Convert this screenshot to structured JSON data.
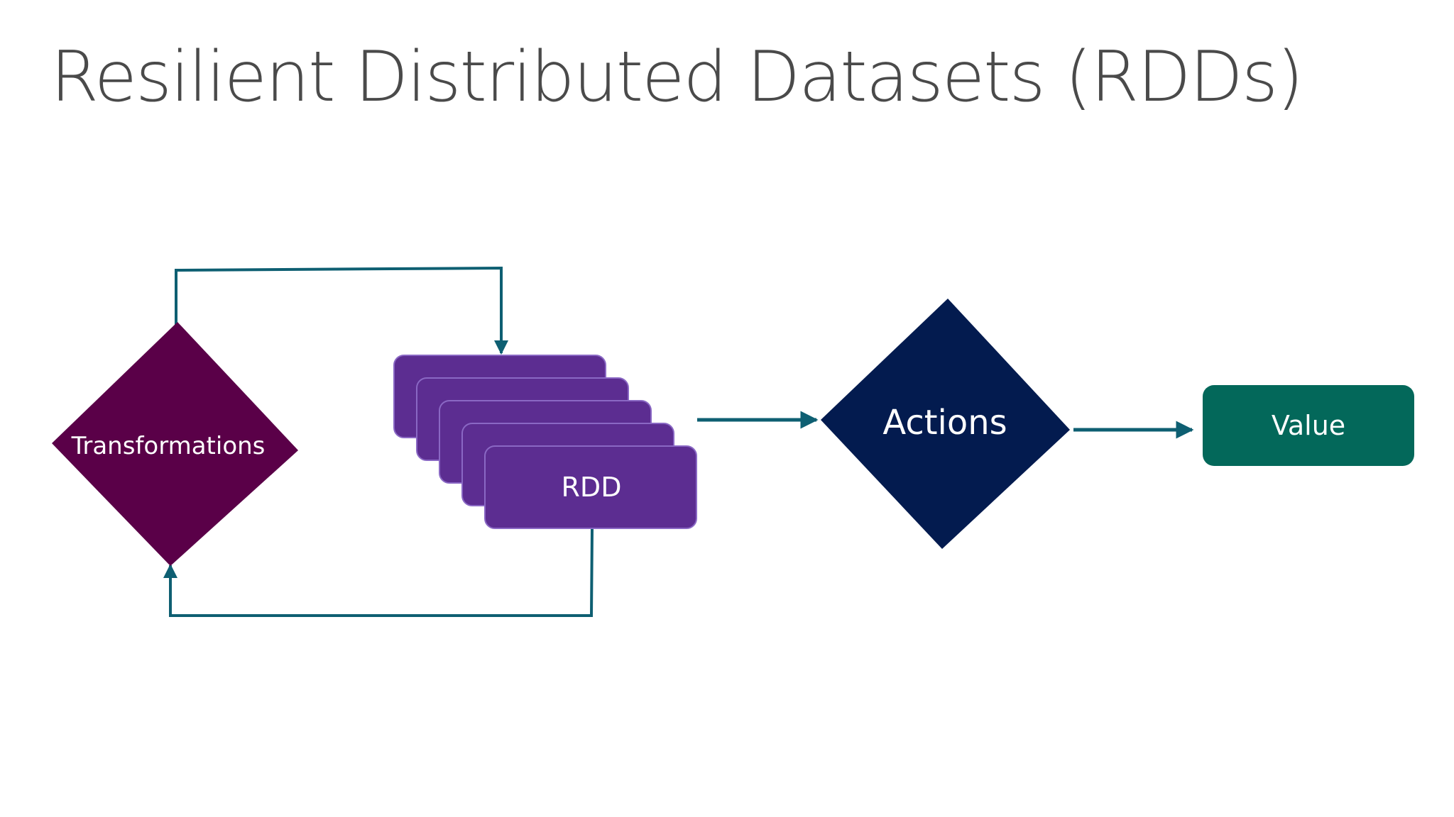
{
  "slide": {
    "title": "Resilient Distributed Datasets (RDDs)"
  },
  "diagram": {
    "transformations_label": "Transformations",
    "rdd_label": "RDD",
    "actions_label": "Actions",
    "value_label": "Value",
    "colors": {
      "transformations": "#5a0048",
      "rdd": "#5c2d91",
      "actions": "#031b4f",
      "value": "#03685a",
      "connector": "#0e5f72",
      "title": "#4a4a4a"
    }
  }
}
